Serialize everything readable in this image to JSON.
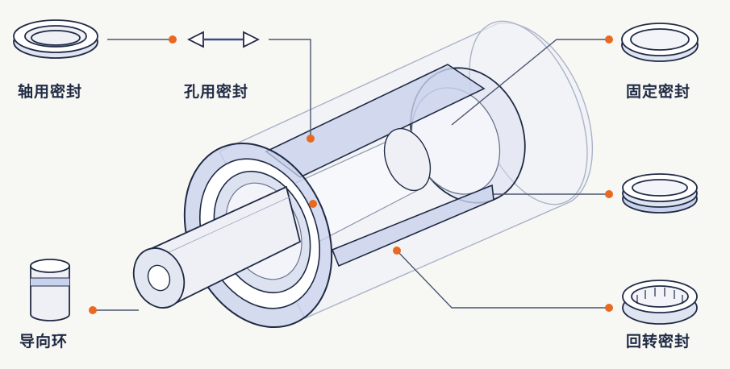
{
  "labels": {
    "shaft_seal": "轴用密封",
    "bore_seal": "孔用密封",
    "static_seal": "固定密封",
    "guide_ring": "导向环",
    "rotary_seal": "回转密封"
  },
  "colors": {
    "background": "#f7f7f3",
    "outline": "#1f2a44",
    "accent": "#e8691f",
    "seal_blue": "#c9d2ec",
    "leader": "#4a5570"
  },
  "icons": {
    "shaft_seal": "ring-seal-icon",
    "bore_seal": "double-arrow-icon",
    "static_seal": "flat-ring-icon",
    "middle_right": "grooved-ring-icon",
    "rotary_seal": "slotted-ring-icon",
    "guide_ring": "guide-cylinder-icon"
  }
}
